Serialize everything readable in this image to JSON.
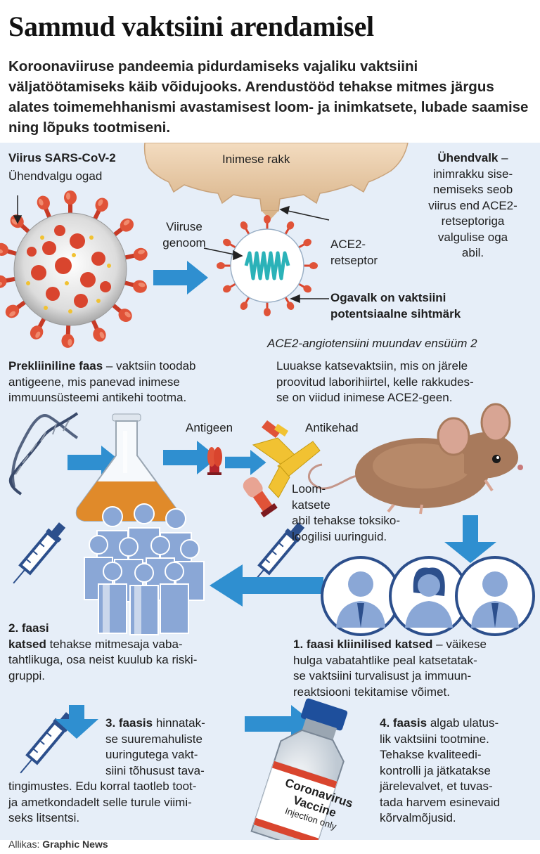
{
  "header": {
    "title": "Sammud vaktsiini arendamisel",
    "lead": "Koroonaviiruse pandeemia pidurdamiseks vajaliku vaktsiini väljatöötamiseks käib võidujooks. Arendustööd tehakse mitmes järgus alates toimemehhanismi avastamisest loom- ja inimkatsete, lubade saamise ning lõpuks tootmiseni."
  },
  "labels": {
    "virus": "Viirus SARS-CoV-2",
    "spikes": "Ühendvalgu ogad",
    "human_cell": "Inimese rakk",
    "genome_1": "Viiruse",
    "genome_2": "genoom",
    "ace2_1": "ACE2-",
    "ace2_2": "retseptor",
    "target_1": "Ogavalk on vaktsiini",
    "target_2": "potentsiaalne sihtmärk",
    "ace2_def": "ACE2-angiotensiini muundav ensüüm 2",
    "antigen": "Antigeen",
    "antibodies": "Antikehad",
    "vial_1": "Coronavirus",
    "vial_2": "Vaccine",
    "vial_3": "Injection only"
  },
  "text_blocks": {
    "ühendvalk": [
      "Ühendvalk –",
      "inimrakku sise-",
      "nemiseks seob",
      "viirus end ACE2-",
      "retseptoriga",
      "valgulise oga",
      "abil."
    ],
    "ühendvalk_bold": "Ühendvalk",
    "preclinical_bold": "Prekliiniline faas",
    "preclinical": [
      "Prekliiniline faas – vaktsiin toodab",
      "antigeene, mis panevad inimese",
      "immuunsüsteemi antikehi tootma."
    ],
    "mice": [
      "Luuakse katsevaktsiin, mis on järele",
      "proovitud laborihiirtel, kelle rakkudes-",
      "se on viidud inimese ACE2-geen."
    ],
    "animal": [
      "Loom-",
      "katsete",
      "abil tehakse toksiko-",
      "loogilisi uuringuid."
    ],
    "phase2_head": "2. faasi",
    "phase2_bold": "katsed",
    "phase2": [
      "katsed tehakse mitmesaja vaba-",
      "tahtlikuga, osa neist kuulub ka riski-",
      "gruppi."
    ],
    "phase1_bold": "1. faasi kliinilised katsed",
    "phase1": [
      "1. faasi kliinilised katsed – väikese",
      "hulga vabatahtlike peal katsetatak-",
      "se vaktsiini turvalisust ja immuun-",
      "reaktsiooni tekitamise võimet."
    ],
    "phase3_bold": "3. faasis",
    "phase3": [
      "3. faasis hinnatak-",
      "se suuremahuliste",
      "uuringutega vakt-",
      "siini tõhusust tava-",
      "tingimustes. Edu korral taotleb toot-",
      "ja ametkondadelt selle turule viimi-",
      "seks litsentsi."
    ],
    "phase4_bold": "4. faasis",
    "phase4": [
      "4. faasis algab ulatus-",
      "lik vaktsiini tootmine.",
      "Tehakse kvaliteedi-",
      "kontrolli ja jätkatakse",
      "järelevalvet, et tuvas-",
      "tada harvem esinevaid",
      "kõrvalmõjusid."
    ]
  },
  "footer": {
    "source_label": "Allikas:",
    "source_value": "Graphic News"
  },
  "colors": {
    "panel": "#e6eef8",
    "arrow": "#2f8fd0",
    "virus_red": "#d9452e",
    "cell": "#e7caa6",
    "liquid": "#e08a2a",
    "mouse": "#a87a5c",
    "person_blue": "#8aa7d6",
    "person_dark": "#2c4f8c"
  }
}
